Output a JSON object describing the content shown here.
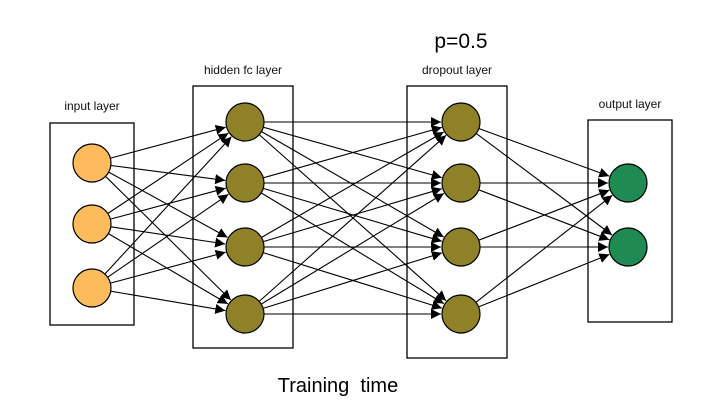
{
  "diagram": {
    "dropout_probability": "p=0.5",
    "caption": "Training  time",
    "layers": [
      {
        "key": "input",
        "label": "input layer",
        "node_count": 3,
        "node_color": "#fdbb5e"
      },
      {
        "key": "hidden",
        "label": "hidden fc layer",
        "node_count": 4,
        "node_color": "#8f8127"
      },
      {
        "key": "dropout",
        "label": "dropout layer",
        "node_count": 4,
        "node_color": "#8f8127"
      },
      {
        "key": "output",
        "label": "output layer",
        "node_count": 2,
        "node_color": "#1f8a53"
      }
    ],
    "connections": [
      {
        "from": "input",
        "to": "hidden",
        "pattern": "fully-connected"
      },
      {
        "from": "hidden",
        "to": "dropout",
        "pattern": "fully-connected"
      },
      {
        "from": "dropout",
        "to": "output",
        "pattern": "fully-connected"
      }
    ],
    "edge_color": "#000000",
    "arrowheads": true
  }
}
